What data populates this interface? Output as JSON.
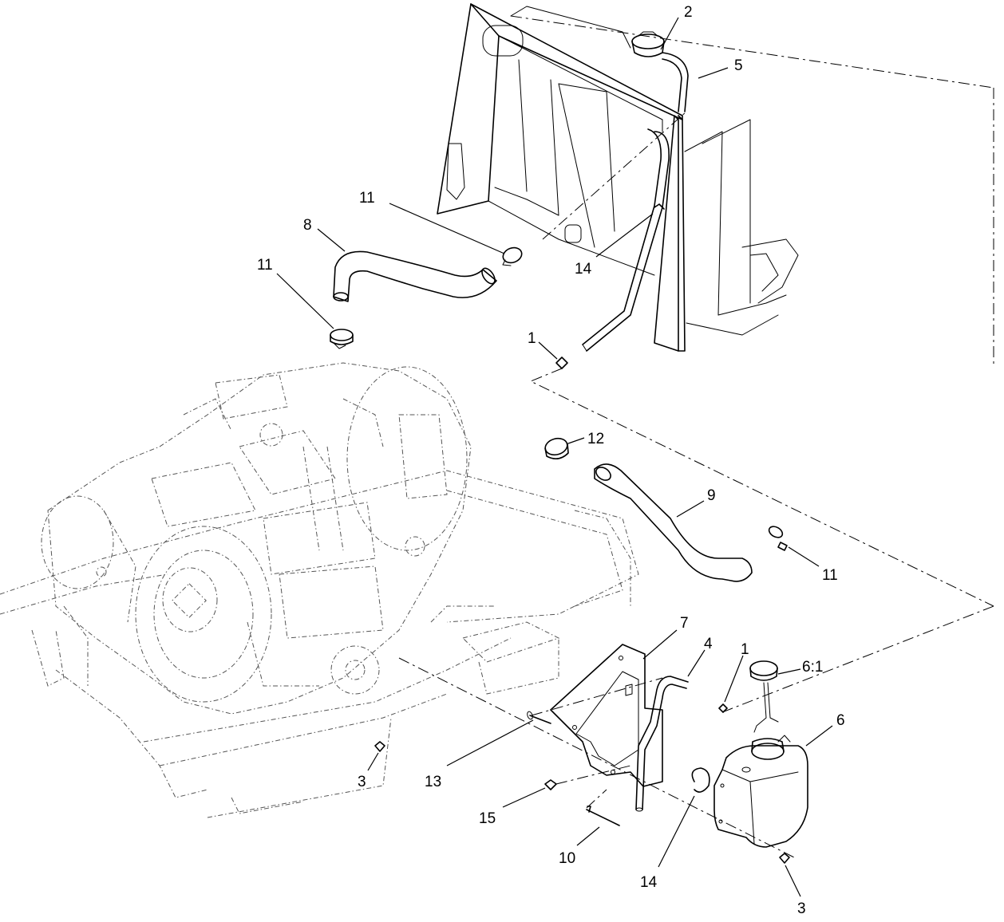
{
  "callouts": {
    "c2": "2",
    "c5": "5",
    "c11_top": "11",
    "c8": "8",
    "c11_left": "11",
    "c14_top": "14",
    "c1_top": "1",
    "c12": "12",
    "c9": "9",
    "c11_right": "11",
    "c7": "7",
    "c4": "4",
    "c1_bottom": "1",
    "c6_1": "6:1",
    "c6": "6",
    "c13": "13",
    "c3_left": "3",
    "c15": "15",
    "c10": "10",
    "c14_bottom": "14",
    "c3_bottom": "3"
  }
}
